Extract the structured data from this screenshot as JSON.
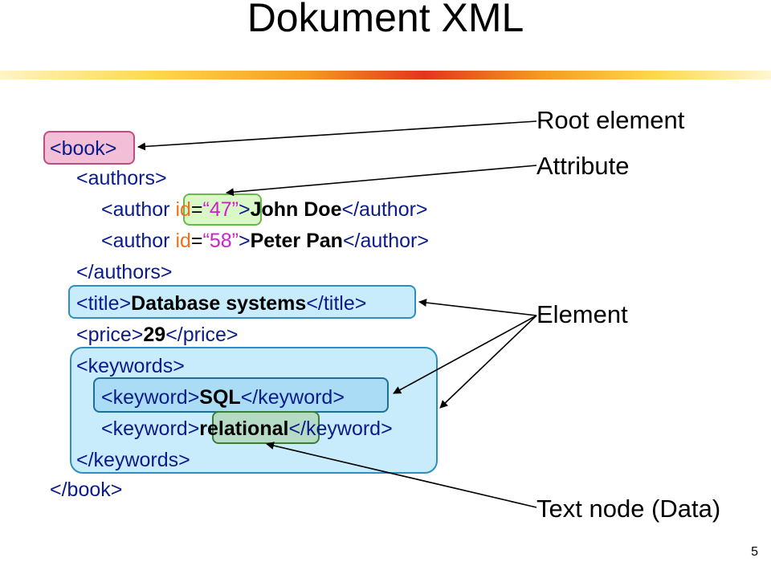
{
  "slide": {
    "title": "Dokument XML",
    "page_number": "5"
  },
  "xml": {
    "book_open": "<book>",
    "authors_open": "<authors>",
    "author1_tag_open": "<author ",
    "author1_attr_name": "id",
    "author1_eq": "=",
    "author1_attr_value": "“47”",
    "author1_gt": ">",
    "author1_text": "John Doe",
    "author1_close": "</author>",
    "author2_tag_open": "<author ",
    "author2_attr_name": "id",
    "author2_eq": "=",
    "author2_attr_value": "“58”",
    "author2_gt": ">",
    "author2_text": "Peter Pan",
    "author2_close": "</author>",
    "authors_close": "</authors>",
    "title_open": "<title>",
    "title_text": "Database systems",
    "title_close": "</title>",
    "price_open": "<price>",
    "price_text": "29",
    "price_close": "</price>",
    "keywords_open": "<keywords>",
    "keyword1_open": "<keyword>",
    "keyword1_text": "SQL",
    "keyword1_close": "</keyword>",
    "keyword2_open": "<keyword>",
    "keyword2_text": "relational",
    "keyword2_close": "</keyword>",
    "keywords_close": "</keywords>",
    "book_close": "</book>"
  },
  "labels": {
    "root_element": "Root element",
    "attribute": "Attribute",
    "element": "Element",
    "text_node": "Text node (Data)"
  }
}
